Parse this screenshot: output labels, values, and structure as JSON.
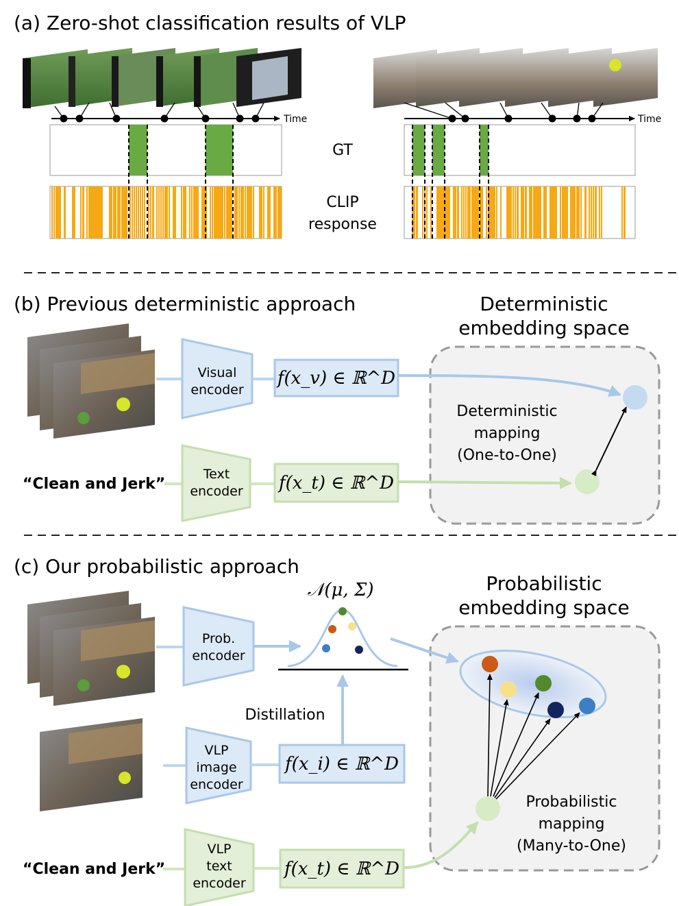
{
  "panel_a": {
    "title": "(a) Zero-shot classification results of VLP",
    "time_label": "Time",
    "gt_label": "GT",
    "clip_label_line1": "CLIP",
    "clip_label_line2": "response",
    "colors": {
      "gt_fill": "#6aaa45",
      "clip_fill": "#f5a915"
    }
  },
  "panel_b": {
    "title": "(b) Previous deterministic approach",
    "space_title_line1": "Deterministic",
    "space_title_line2": "embedding space",
    "visual_encoder_line1": "Visual",
    "visual_encoder_line2": "encoder",
    "text_encoder_line1": "Text",
    "text_encoder_line2": "encoder",
    "visual_feature": "f(x_v) ∈ ℝ^D",
    "text_feature": "f(x_t) ∈ ℝ^D",
    "text_query": "“Clean and Jerk”",
    "mapping_line1": "Deterministic",
    "mapping_line2": "mapping",
    "mapping_line3": "(One-to-One)",
    "colors": {
      "visual": "#bcd6ee",
      "text": "#cfe6bd"
    }
  },
  "panel_c": {
    "title": "(c) Our probabilistic approach",
    "space_title_line1": "Probabilistic",
    "space_title_line2": "embedding space",
    "prob_encoder_line1": "Prob.",
    "prob_encoder_line2": "encoder",
    "vlp_image_line1": "VLP",
    "vlp_image_line2": "image",
    "vlp_image_line3": "encoder",
    "vlp_text_line1": "VLP",
    "vlp_text_line2": "text",
    "vlp_text_line3": "encoder",
    "image_feature": "f(x_i) ∈ ℝ^D",
    "text_feature": "f(x_t) ∈ ℝ^D",
    "distribution": "𝒩(μ, Σ)",
    "distillation_label": "Distillation",
    "text_query": "“Clean and Jerk”",
    "mapping_line1": "Probabilistic",
    "mapping_line2": "mapping",
    "mapping_line3": "(Many-to-One)",
    "colors": {
      "orange": "#cc5a14",
      "yellow": "#f8e08a",
      "green": "#4f8a2c",
      "navy": "#14255e",
      "blue": "#3d7fc3"
    }
  }
}
